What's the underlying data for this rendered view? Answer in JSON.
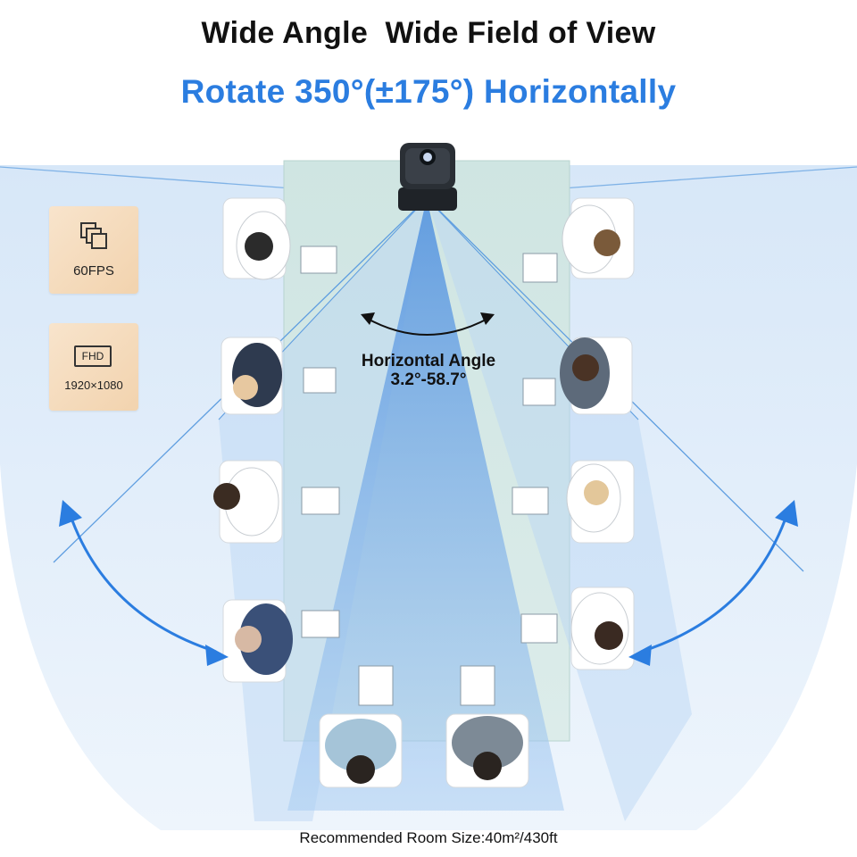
{
  "header": {
    "title": "Wide Angle  Wide Field of View",
    "subtitle": "Rotate 350°(±175°) Horizontally"
  },
  "badges": [
    {
      "icon": "frames-icon",
      "label": "60FPS"
    },
    {
      "icon": "fhd-icon",
      "icon_text": "FHD",
      "label": "1920×1080"
    }
  ],
  "field_of_view": {
    "title": "Horizontal Angle",
    "range": "3.2°-58.7°"
  },
  "footer": {
    "room_size": "Recommended Room Size:40m²/430ft"
  },
  "colors": {
    "accent_blue": "#2b7de0",
    "title_black": "#111111",
    "badge_bg": "#f4dcbd",
    "beam_blue": "#6aa6e8",
    "fan_light": "#e3eefa",
    "table_glass": "#c9e0dc"
  }
}
